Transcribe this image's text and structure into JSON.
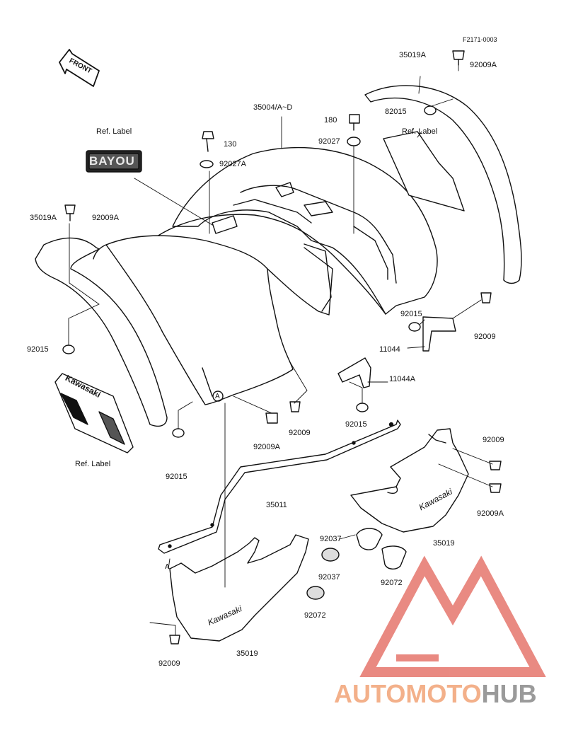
{
  "figure_code": "F2171-0003",
  "front_label": "FRONT",
  "labels": {
    "p35019A_top": "35019A",
    "p92009A_top": "92009A",
    "p35004": "35004/A~D",
    "p180": "180",
    "p82015": "82015",
    "p92027": "92027",
    "p130": "130",
    "p92027A": "92027A",
    "ref_label_1": "Ref. Label",
    "ref_label_2": "Ref. Label",
    "ref_label_3": "Ref. Label",
    "p35019A_left": "35019A",
    "p92009A_left": "92009A",
    "p92015_left": "92015",
    "p92015_right": "92015",
    "p92009_right": "92009",
    "p11044": "11044",
    "p11044A": "11044A",
    "p92015_mid": "92015",
    "p92009_mid": "92009",
    "p92009A_mid": "92009A",
    "p92015_low": "92015",
    "p35011": "35011",
    "p92009_rflap": "92009",
    "p92009A_rflap": "92009A",
    "p35019_right": "35019",
    "p92037_a": "92037",
    "p92037_b": "92037",
    "p92072_a": "92072",
    "p92072_b": "92072",
    "p92009_bottom": "92009",
    "p35019_bottom": "35019"
  },
  "badge_text": "BAYOU",
  "decal_text": "Kawasaki",
  "flap_text": "Kawasaki",
  "callout_marker": "A",
  "watermark": {
    "part1": "AUTOMOTO",
    "part2": "HUB",
    "color1": "#f3b08a",
    "color2": "#9a9a9a",
    "logo_color": "#e77d74"
  }
}
